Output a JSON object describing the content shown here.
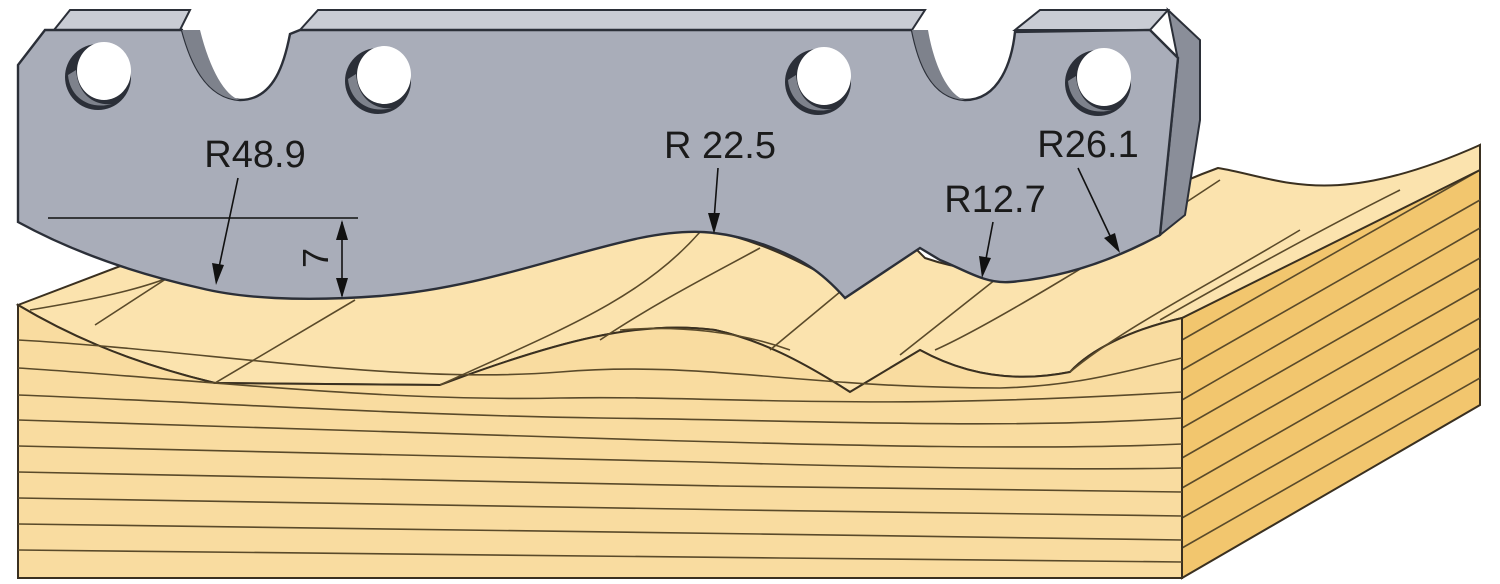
{
  "diagram": {
    "labels": {
      "r_left": "R48.9",
      "r_center": "R 22.5",
      "r_right_small": "R12.7",
      "r_right": "R26.1",
      "depth": "7"
    },
    "colors": {
      "knife_fill": "#a9adb9",
      "knife_top": "#c9ccd4",
      "knife_edge": "#2b2f38",
      "hole": "#7e828c",
      "wood_front": "#f9dca0",
      "wood_top": "#fbe3ae",
      "wood_side": "#f2c66e",
      "grain": "#5a4a2a"
    }
  }
}
